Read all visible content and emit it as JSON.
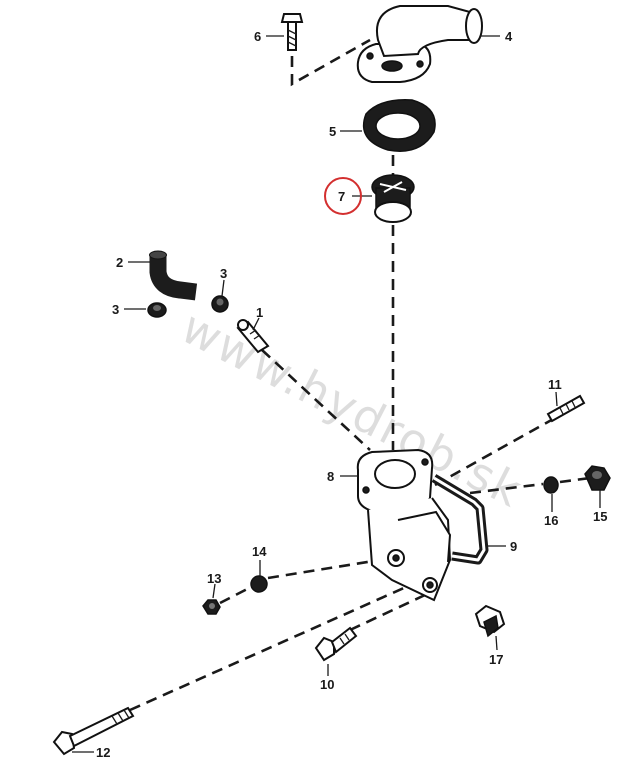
{
  "watermark": "www.hydrob.sk",
  "highlight_color": "#d32f2f",
  "labels": {
    "p1": "1",
    "p2": "2",
    "p3a": "3",
    "p3b": "3",
    "p4": "4",
    "p5": "5",
    "p6": "6",
    "p7": "7",
    "p8": "8",
    "p9": "9",
    "p10": "10",
    "p11": "11",
    "p12": "12",
    "p13": "13",
    "p14": "14",
    "p15": "15",
    "p16": "16",
    "p17": "17"
  }
}
